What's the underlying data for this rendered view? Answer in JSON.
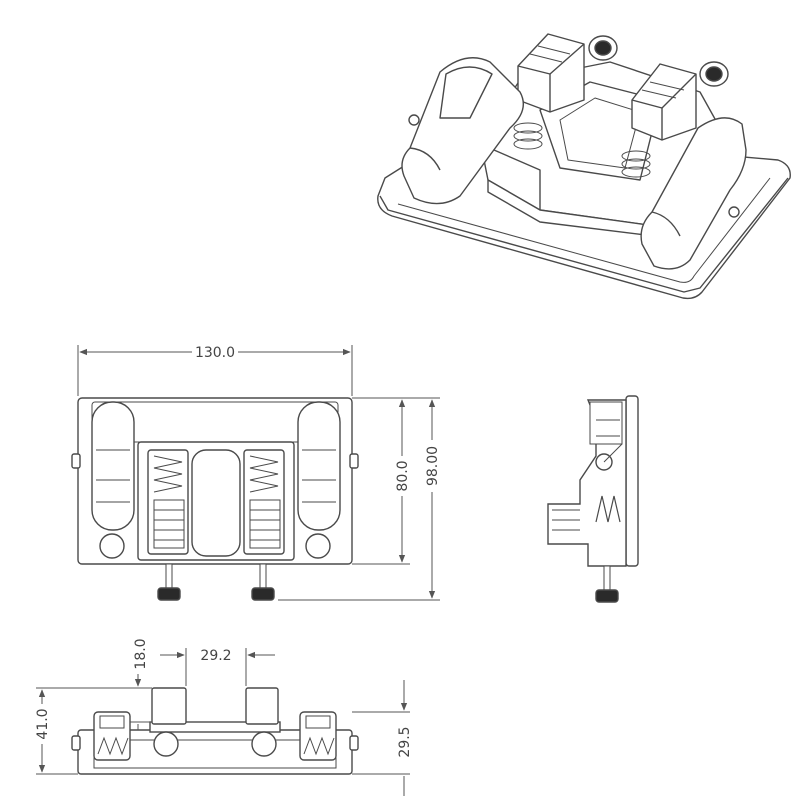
{
  "colors": {
    "line": "#4a4a4a",
    "fill": "#ffffff",
    "shade": "#9a9a9a",
    "dark": "#2a2a2a",
    "background": "#ffffff"
  },
  "front_view": {
    "width_label": "130.0",
    "height_inner_label": "80.0",
    "height_outer_label": "98.00"
  },
  "top_view": {
    "pin_height_label": "18.0",
    "pin_spacing_label": "29.2",
    "total_height_label": "41.0",
    "body_height_label": "29.5"
  },
  "icons": {
    "spring": "spring-coil-icon",
    "knob": "thumb-screw-icon"
  }
}
